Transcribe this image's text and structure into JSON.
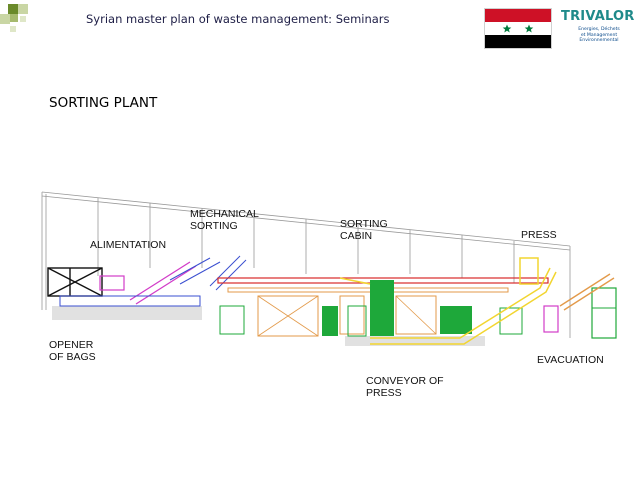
{
  "header": {
    "title": "Syrian master plan of waste management:  Seminars",
    "flag_colors": {
      "red": "#ce1126",
      "white": "#ffffff",
      "black": "#000000",
      "star": "#007a3d"
    },
    "logo": {
      "name": "TRIVALOR",
      "tagline": [
        "Energies, Déchets",
        "et Management",
        "Environnemental"
      ]
    }
  },
  "slide": {
    "title": "SORTING PLANT"
  },
  "diagram": {
    "labels": {
      "mechanical_line1": "MECHANICAL",
      "mechanical_line2": "SORTING",
      "sorting_cabin_line1": "SORTING",
      "sorting_cabin_line2": "CABIN",
      "alimentation": "ALIMENTATION",
      "press": "PRESS",
      "opener_line1": "OPENER",
      "opener_line2": "OF BAGS",
      "evacuation": "EVACUATION",
      "conveyor_line1": "CONVEYOR OF",
      "conveyor_line2": "PRESS"
    },
    "colors": {
      "building": "#9a9a9a",
      "green_block": "#1ea83a",
      "yellow_conveyor": "#f2d530",
      "magenta": "#d23cc8",
      "blue": "#3a4fd0",
      "red": "#d82a2a",
      "orange": "#e39a4a"
    }
  }
}
